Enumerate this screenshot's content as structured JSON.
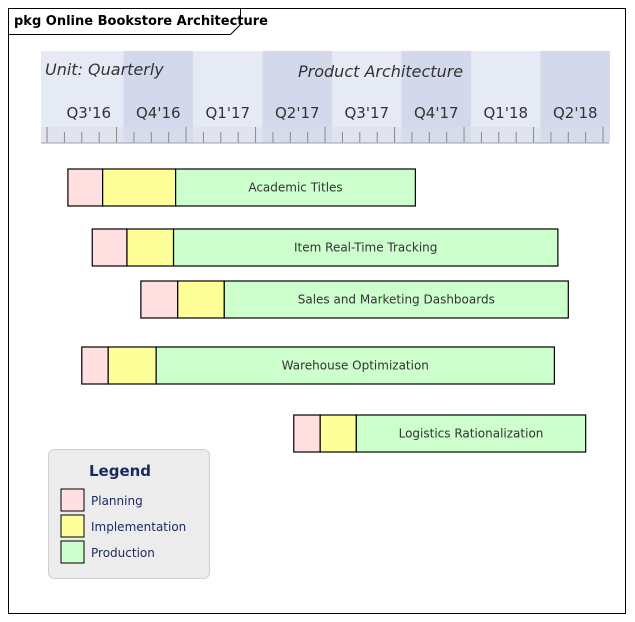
{
  "package": {
    "title": "pkg Online Bookstore Architecture"
  },
  "timeline": {
    "unit_label": "Unit: Quarterly",
    "title": "Product Architecture",
    "quarters": [
      "Q3'16",
      "Q4'16",
      "Q1'17",
      "Q2'17",
      "Q3'17",
      "Q4'17",
      "Q1'18",
      "Q2'18"
    ]
  },
  "colors": {
    "planning": "#ffdfdf",
    "implementation": "#ffff99",
    "production": "#ccffcc",
    "header_dark": "#d3d9ea",
    "header_light": "#e6eaf4",
    "outline": "#000000"
  },
  "chart_data": {
    "type": "gantt",
    "rows": [
      {
        "name": "Academic Titles",
        "planning": [
          0.2,
          0.7
        ],
        "implementation": [
          0.7,
          1.75
        ],
        "production": [
          1.75,
          5.2
        ]
      },
      {
        "name": "Item Real-Time Tracking",
        "planning": [
          0.55,
          1.05
        ],
        "implementation": [
          1.05,
          1.72
        ],
        "production": [
          1.72,
          7.25
        ]
      },
      {
        "name": "Sales and Marketing Dashboards",
        "planning": [
          1.25,
          1.78
        ],
        "implementation": [
          1.78,
          2.45
        ],
        "production": [
          2.45,
          7.4
        ]
      },
      {
        "name": "Warehouse Optimization",
        "planning": [
          0.4,
          0.78
        ],
        "implementation": [
          0.78,
          1.47
        ],
        "production": [
          1.47,
          7.2
        ]
      },
      {
        "name": "Logistics Rationalization",
        "planning": [
          3.45,
          3.83
        ],
        "implementation": [
          3.83,
          4.35
        ],
        "production": [
          4.35,
          7.65
        ]
      }
    ]
  },
  "legend": {
    "title": "Legend",
    "items": [
      {
        "key": "planning",
        "label": "Planning"
      },
      {
        "key": "implementation",
        "label": "Implementation"
      },
      {
        "key": "production",
        "label": "Production"
      }
    ]
  }
}
